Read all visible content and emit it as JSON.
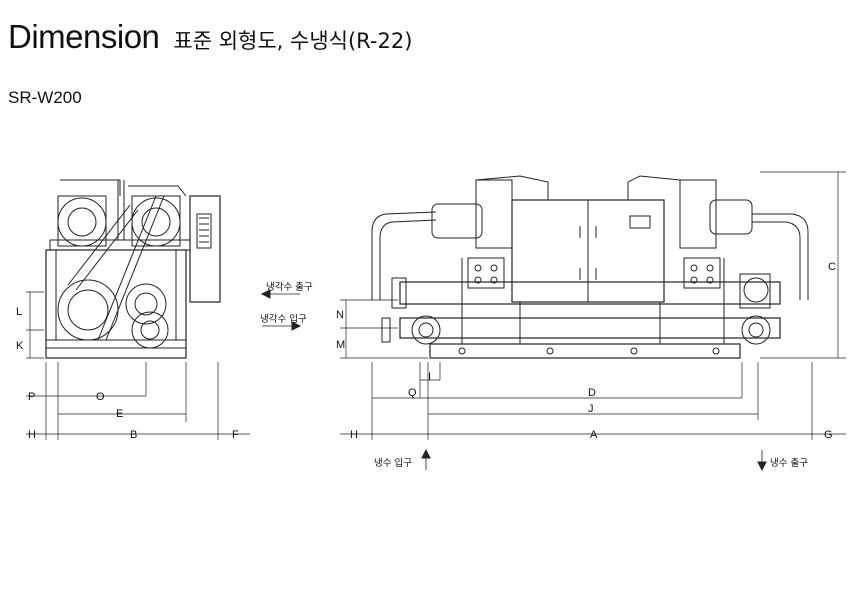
{
  "header": {
    "title": "Dimension",
    "subtitle": "표준 외형도, 수냉식(R-22)",
    "model": "SR-W200"
  },
  "side_view": {
    "dim_labels": {
      "L": "L",
      "K": "K",
      "P": "P",
      "O": "O",
      "E": "E",
      "H": "H",
      "B": "B",
      "F": "F"
    }
  },
  "front_view": {
    "dim_labels": {
      "N": "N",
      "M": "M",
      "C": "C",
      "I": "I",
      "Q": "Q",
      "D": "D",
      "J": "J",
      "H": "H",
      "A": "A",
      "G": "G"
    },
    "notes": {
      "condenser_out": "냉각수 출구",
      "condenser_in": "냉각수 입구",
      "chilled_in": "냉수 입구",
      "chilled_out": "냉수 출구"
    }
  },
  "colors": {
    "line": "#222222",
    "paper": "#ffffff"
  }
}
